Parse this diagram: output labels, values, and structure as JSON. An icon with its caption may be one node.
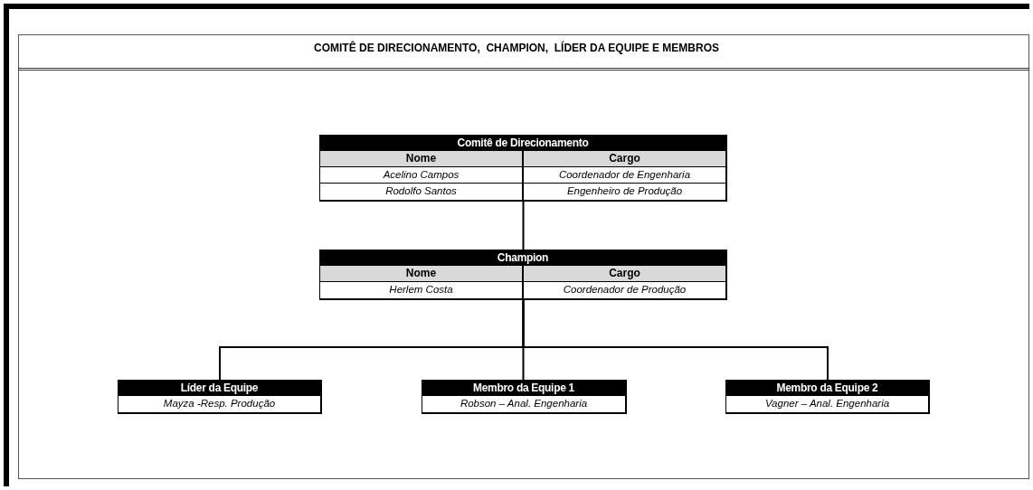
{
  "diagram": {
    "title": "COMITÊ DE DIRECIONAMENTO,  CHAMPION,  LÍDER DA EQUIPE E MEMBROS",
    "nodes": [
      {
        "text": [
          "Comitê de Direcionamento",
          "Nome",
          "Cargo",
          "Acelino Campos",
          "Coordenador de Engenharia",
          "Rodolfo Santos",
          "Engenheiro de Produção"
        ]
      },
      {
        "text": [
          "Champion",
          "Nome",
          "Cargo",
          "Herlem Costa",
          "Coordenador de Produção"
        ]
      },
      {
        "text": [
          "Líder da Equipe",
          "Mayza -Resp. Produção"
        ]
      },
      {
        "text": [
          "Membro da Equipe 1",
          "Robson – Anal.   Engenharia"
        ]
      },
      {
        "text": [
          "Membro da Equipe 2",
          "Vagner – Anal. Engenharia"
        ]
      }
    ],
    "edges": [
      {
        "from": 0,
        "to": 1,
        "arrow": "none"
      },
      {
        "from": 1,
        "to": 2,
        "arrow": "none"
      },
      {
        "from": 1,
        "to": 3,
        "arrow": "none"
      },
      {
        "from": 1,
        "to": 4,
        "arrow": "none"
      }
    ]
  }
}
